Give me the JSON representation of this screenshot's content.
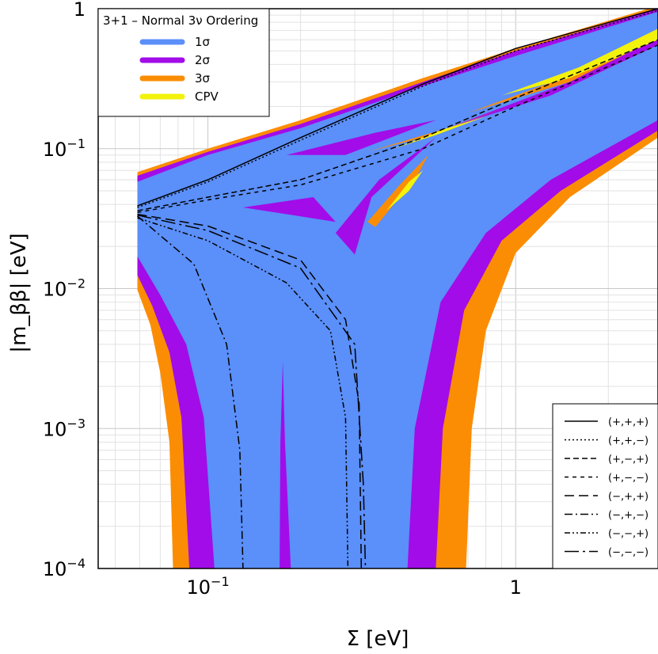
{
  "chart_data": {
    "type": "area",
    "title": "3+1 – Normal 3ν Ordering",
    "xlabel": "Σ    [eV]",
    "ylabel": "|m_ββ|    [eV]",
    "x_scale": "log",
    "y_scale": "log",
    "xlim": [
      0.044,
      2.9
    ],
    "ylim": [
      0.0001,
      1
    ],
    "grid": true,
    "x_ticks": [
      {
        "value": 0.1,
        "base": "10",
        "exp": "−1"
      },
      {
        "value": 1,
        "base": "1",
        "exp": ""
      }
    ],
    "y_ticks": [
      {
        "value": 0.0001,
        "base": "10",
        "exp": "−4"
      },
      {
        "value": 0.001,
        "base": "10",
        "exp": "−3"
      },
      {
        "value": 0.01,
        "base": "10",
        "exp": "−2"
      },
      {
        "value": 0.1,
        "base": "10",
        "exp": "−1"
      },
      {
        "value": 1,
        "base": "1",
        "exp": ""
      }
    ],
    "band_legend": {
      "placement": "top-left",
      "entries": [
        {
          "label": "1σ",
          "color": "#5b8ff9"
        },
        {
          "label": "2σ",
          "color": "#a20ce8"
        },
        {
          "label": "3σ",
          "color": "#fb8d04"
        },
        {
          "label": "CPV",
          "color": "#f2f20c"
        }
      ]
    },
    "line_legend": {
      "placement": "bottom-right",
      "entries": [
        {
          "label": "(+,+,+)",
          "dash": ""
        },
        {
          "label": "(+,+,−)",
          "dash": "2,3"
        },
        {
          "label": "(+,−,+)",
          "dash": "7,4"
        },
        {
          "label": "(+,−,−)",
          "dash": "5,5"
        },
        {
          "label": "(−,+,+)",
          "dash": "12,6"
        },
        {
          "label": "(−,+,−)",
          "dash": "10,4,2,4"
        },
        {
          "label": "(−,−,+)",
          "dash": "7,3,2,3,2,3"
        },
        {
          "label": "(−,−,−)",
          "dash": "18,5,3,5"
        }
      ]
    },
    "bands": {
      "sigma3": {
        "upper": [
          [
            0.059,
            0.068
          ],
          [
            0.1,
            0.1
          ],
          [
            0.2,
            0.16
          ],
          [
            0.5,
            0.32
          ],
          [
            1,
            0.52
          ],
          [
            2.9,
            1.05
          ]
        ],
        "lower_left": [
          [
            0.059,
            0.0098
          ],
          [
            0.065,
            0.0055
          ],
          [
            0.07,
            0.0025
          ],
          [
            0.075,
            0.0008
          ],
          [
            0.077,
            0.0001
          ]
        ],
        "lower_right": [
          [
            0.69,
            0.0001
          ],
          [
            0.72,
            0.001
          ],
          [
            0.8,
            0.005
          ],
          [
            1,
            0.018
          ],
          [
            1.5,
            0.045
          ],
          [
            2.9,
            0.12
          ]
        ]
      },
      "sigma2": {
        "upper": [
          [
            0.059,
            0.064
          ],
          [
            0.1,
            0.095
          ],
          [
            0.2,
            0.15
          ],
          [
            0.5,
            0.3
          ],
          [
            1,
            0.5
          ],
          [
            2.9,
            1.0
          ]
        ],
        "lower_left": [
          [
            0.059,
            0.0125
          ],
          [
            0.066,
            0.0075
          ],
          [
            0.075,
            0.0035
          ],
          [
            0.082,
            0.0012
          ],
          [
            0.087,
            0.0001
          ]
        ],
        "lower_right": [
          [
            0.55,
            0.0001
          ],
          [
            0.58,
            0.001
          ],
          [
            0.68,
            0.007
          ],
          [
            0.9,
            0.022
          ],
          [
            1.4,
            0.05
          ],
          [
            2.9,
            0.135
          ]
        ]
      },
      "sigma1": {
        "upper": [
          [
            0.059,
            0.058
          ],
          [
            0.1,
            0.09
          ],
          [
            0.2,
            0.14
          ],
          [
            0.5,
            0.28
          ],
          [
            1,
            0.46
          ],
          [
            2.9,
            0.95
          ]
        ],
        "lower_left": [
          [
            0.059,
            0.017
          ],
          [
            0.07,
            0.009
          ],
          [
            0.085,
            0.004
          ],
          [
            0.097,
            0.0012
          ],
          [
            0.105,
            0.0001
          ]
        ],
        "lower_right": [
          [
            0.445,
            0.0001
          ],
          [
            0.47,
            0.001
          ],
          [
            0.57,
            0.008
          ],
          [
            0.8,
            0.025
          ],
          [
            1.3,
            0.06
          ],
          [
            2.9,
            0.16
          ]
        ]
      },
      "sigma2_spike": [
        [
          0.171,
          0.0001
        ],
        [
          0.172,
          0.0008
        ],
        [
          0.175,
          0.003
        ],
        [
          0.178,
          0.0008
        ],
        [
          0.186,
          0.0001
        ]
      ],
      "sigma2_islands": [
        [
          [
            0.13,
            0.038
          ],
          [
            0.22,
            0.045
          ],
          [
            0.26,
            0.03
          ]
        ],
        [
          [
            0.26,
            0.025
          ],
          [
            0.36,
            0.06
          ],
          [
            0.55,
            0.12
          ],
          [
            0.34,
            0.045
          ],
          [
            0.3,
            0.0175
          ]
        ],
        [
          [
            0.18,
            0.09
          ],
          [
            0.35,
            0.13
          ],
          [
            0.55,
            0.16
          ],
          [
            0.28,
            0.09
          ]
        ],
        [
          [
            0.6,
            0.14
          ],
          [
            1.5,
            0.3
          ],
          [
            2.9,
            0.65
          ],
          [
            2.9,
            0.55
          ],
          [
            1.3,
            0.24
          ]
        ]
      ],
      "sigma3_islands": [
        [
          [
            0.33,
            0.03
          ],
          [
            0.42,
            0.055
          ],
          [
            0.52,
            0.09
          ],
          [
            0.48,
            0.065
          ],
          [
            0.35,
            0.0275
          ]
        ],
        [
          [
            0.33,
            0.095
          ],
          [
            0.6,
            0.14
          ],
          [
            0.95,
            0.2
          ],
          [
            0.5,
            0.12
          ]
        ],
        [
          [
            0.7,
            0.18
          ],
          [
            1.6,
            0.35
          ],
          [
            2.9,
            0.7
          ],
          [
            2.9,
            0.62
          ],
          [
            1.5,
            0.3
          ]
        ]
      ],
      "cpv_islands": [
        [
          [
            0.38,
            0.036
          ],
          [
            0.45,
            0.058
          ],
          [
            0.5,
            0.07
          ],
          [
            0.45,
            0.05
          ]
        ],
        [
          [
            0.4,
            0.1
          ],
          [
            0.6,
            0.14
          ],
          [
            0.8,
            0.17
          ],
          [
            0.55,
            0.125
          ]
        ],
        [
          [
            0.9,
            0.24
          ],
          [
            1.6,
            0.38
          ],
          [
            2.9,
            0.72
          ],
          [
            2.9,
            0.6
          ],
          [
            1.5,
            0.32
          ]
        ]
      ]
    },
    "curves": [
      {
        "label": "(+,+,+)",
        "points": [
          [
            0.059,
            0.039
          ],
          [
            0.1,
            0.06
          ],
          [
            0.2,
            0.12
          ],
          [
            0.5,
            0.29
          ],
          [
            1,
            0.52
          ],
          [
            2.9,
            1.0
          ]
        ]
      },
      {
        "label": "(+,+,−)",
        "points": [
          [
            0.059,
            0.038
          ],
          [
            0.1,
            0.058
          ],
          [
            0.2,
            0.115
          ],
          [
            0.5,
            0.28
          ],
          [
            1,
            0.5
          ],
          [
            2.9,
            0.97
          ]
        ]
      },
      {
        "label": "(+,−,+)",
        "points": [
          [
            0.059,
            0.036
          ],
          [
            0.1,
            0.045
          ],
          [
            0.2,
            0.06
          ],
          [
            0.5,
            0.12
          ],
          [
            1,
            0.23
          ],
          [
            2.9,
            0.6
          ]
        ]
      },
      {
        "label": "(+,−,−)",
        "points": [
          [
            0.059,
            0.035
          ],
          [
            0.1,
            0.043
          ],
          [
            0.2,
            0.055
          ],
          [
            0.5,
            0.1
          ],
          [
            1,
            0.2
          ],
          [
            2.9,
            0.55
          ]
        ]
      },
      {
        "label": "(−,+,+)",
        "points": [
          [
            0.059,
            0.034
          ],
          [
            0.1,
            0.028
          ],
          [
            0.2,
            0.016
          ],
          [
            0.28,
            0.006
          ],
          [
            0.31,
            0.0015
          ],
          [
            0.315,
            0.0001
          ]
        ]
      },
      {
        "label": "(−,+,−)",
        "points": [
          [
            0.059,
            0.033
          ],
          [
            0.09,
            0.015
          ],
          [
            0.115,
            0.004
          ],
          [
            0.127,
            0.0007
          ],
          [
            0.13,
            0.0001
          ]
        ]
      },
      {
        "label": "(−,−,+)",
        "points": [
          [
            0.059,
            0.032
          ],
          [
            0.1,
            0.022
          ],
          [
            0.18,
            0.011
          ],
          [
            0.25,
            0.005
          ],
          [
            0.28,
            0.0012
          ],
          [
            0.285,
            0.0001
          ]
        ]
      },
      {
        "label": "(−,−,−)",
        "points": [
          [
            0.059,
            0.0335
          ],
          [
            0.1,
            0.026
          ],
          [
            0.2,
            0.014
          ],
          [
            0.3,
            0.004
          ],
          [
            0.32,
            0.0004
          ],
          [
            0.325,
            0.0001
          ]
        ]
      }
    ]
  }
}
